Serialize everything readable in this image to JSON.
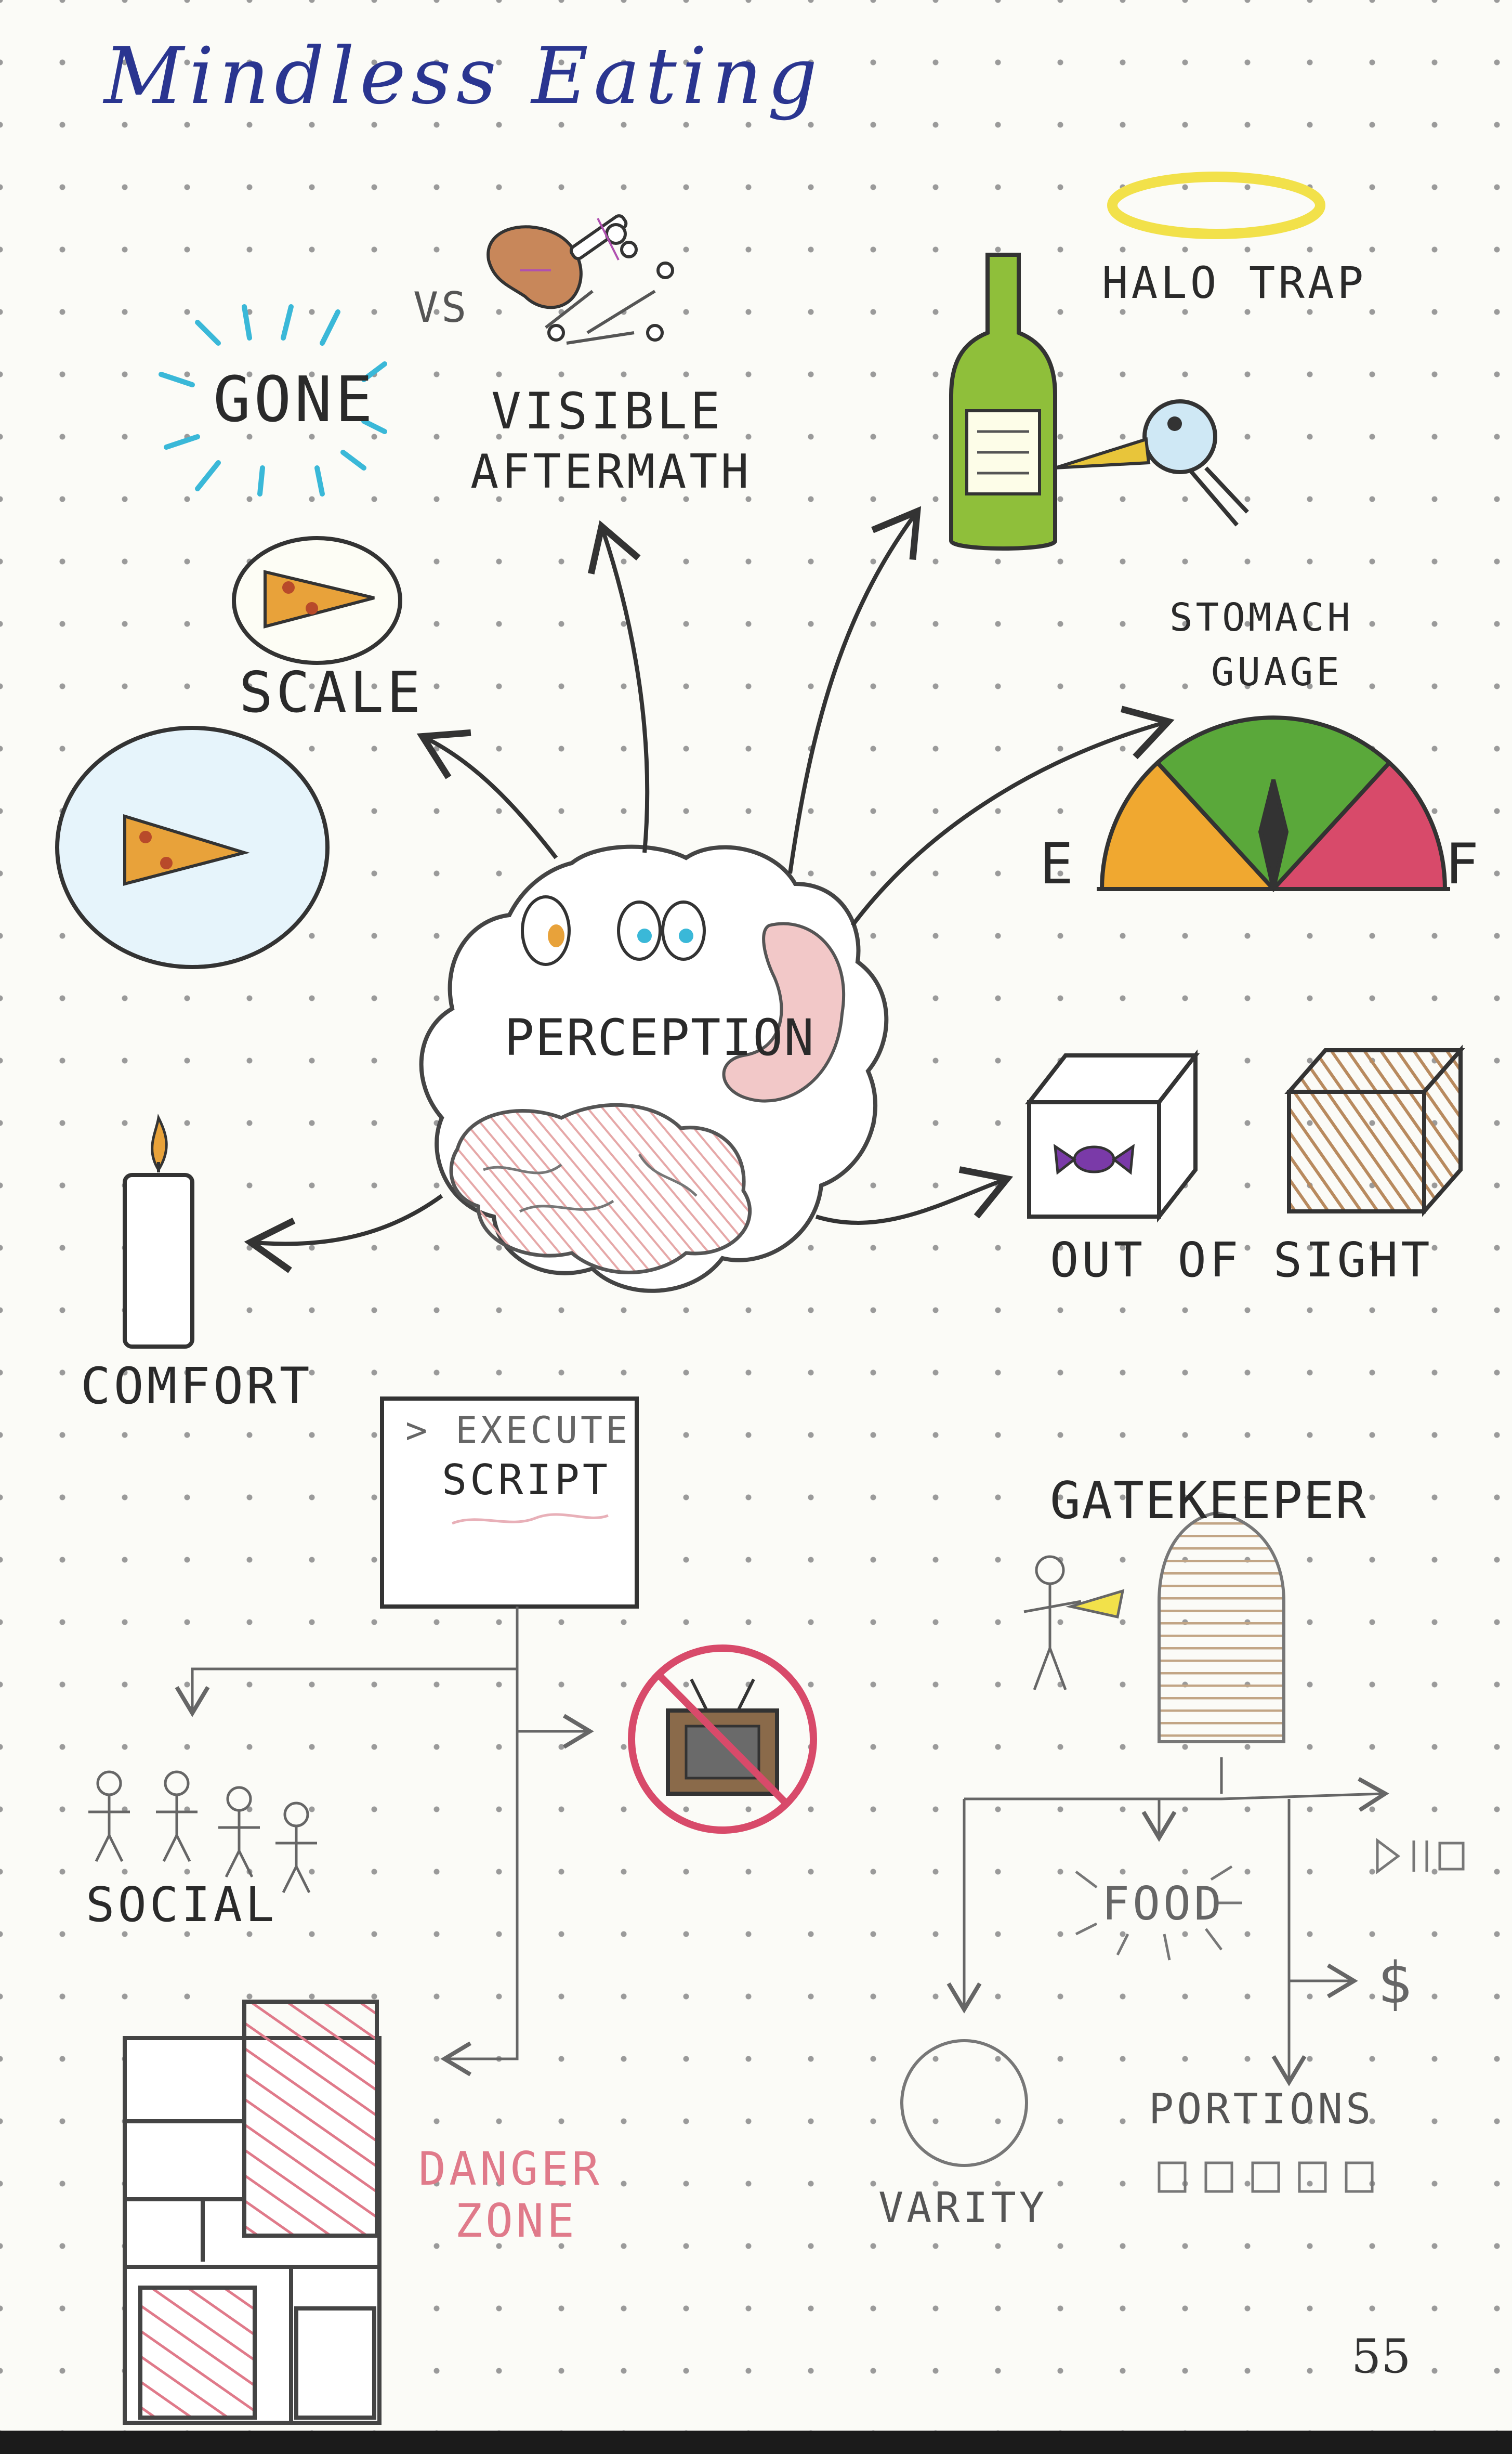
{
  "title": "Mindless Eating",
  "page_number": "55",
  "center": {
    "label": "PERCEPTION"
  },
  "labels": {
    "gone": "GONE",
    "vs": "VS",
    "visible_aftermath_1": "VISIBLE",
    "visible_aftermath_2": "AFTERMATH",
    "halo_trap": "HALO TRAP",
    "stomach_gauge_1": "STOMACH",
    "stomach_gauge_2": "GUAGE",
    "gauge_empty": "E",
    "gauge_full": "F",
    "scale": "SCALE",
    "comfort": "COMFORT",
    "out_of_sight": "OUT OF SIGHT",
    "execute_script_1": "> EXECUTE",
    "execute_script_2": "SCRIPT",
    "gatekeeper": "GATEKEEPER",
    "social": "SOCIAL",
    "food": "FOOD",
    "money": "$",
    "portions": "PORTIONS",
    "varity": "VARITY",
    "danger_zone_1": "DANGER",
    "danger_zone_2": "ZONE"
  },
  "colors": {
    "ink": "#2a2a2a",
    "pencil": "#555555",
    "title_blue": "#2a3590",
    "halo_yellow": "#f2e14a",
    "bottle_green": "#8fbf3a",
    "gauge_orange": "#f0a830",
    "gauge_green": "#5aa83a",
    "gauge_red": "#d84a6a",
    "box_brown": "#b88a5e",
    "danger_red": "#e07a8a",
    "gone_cyan": "#3ab8d8",
    "candy_purple": "#7a3aa8",
    "pizza_orange": "#e8a23a"
  },
  "icons": [
    "gone-burst-icon",
    "chicken-leg-icon",
    "bone-pile-icon",
    "halo-icon",
    "wine-bottle-icon",
    "bird-icon",
    "stomach-gauge-icon",
    "small-plate-pizza-icon",
    "large-plate-pizza-icon",
    "candle-icon",
    "brain-icon",
    "stomach-icon",
    "candy-box-icon",
    "opaque-box-icon",
    "terminal-icon",
    "no-tv-icon",
    "stick-figure-icon",
    "door-icon",
    "floor-plan-icon",
    "bowl-icon",
    "portion-boxes-icon",
    "video-play-icon"
  ]
}
